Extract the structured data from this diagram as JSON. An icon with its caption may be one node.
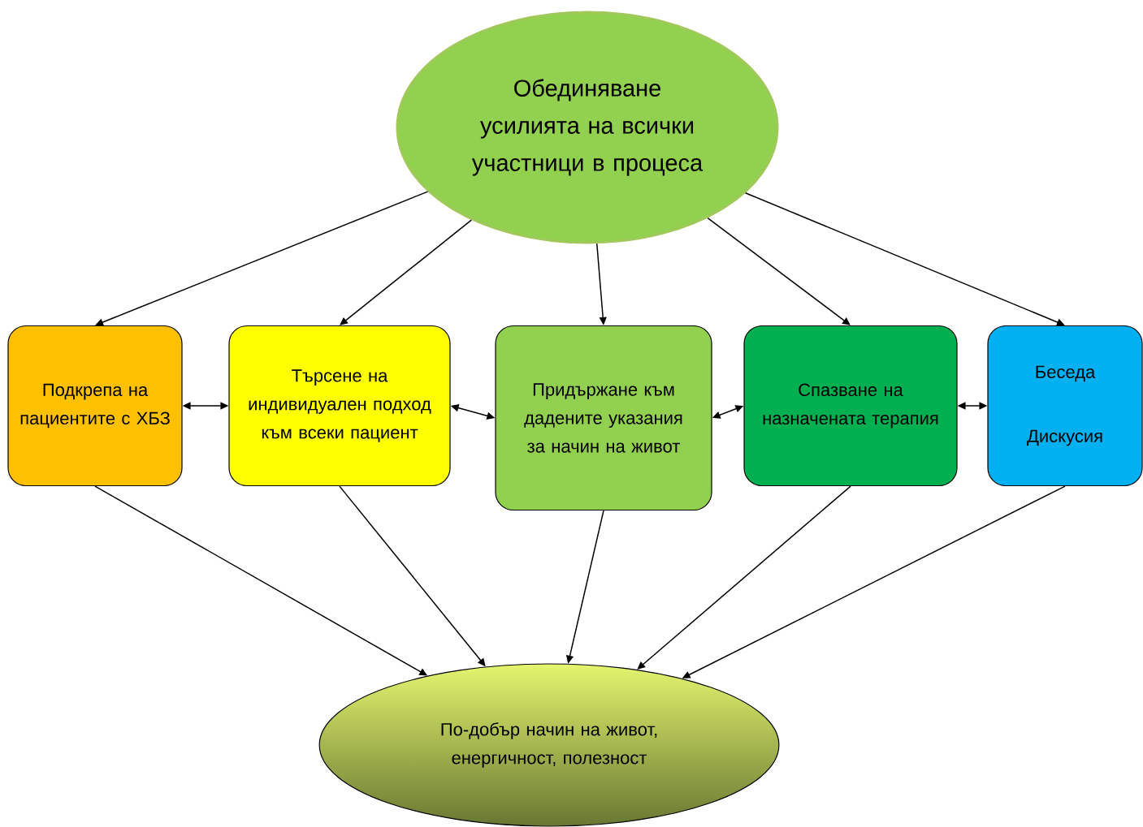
{
  "diagram": {
    "nodes": [
      {
        "text": [
          "Обединяване усилията на всички участници в процеса"
        ]
      },
      {
        "text": [
          "Подкрепа на пациентите с ХБЗ"
        ]
      },
      {
        "text": [
          "Търсене на индивидуален подход към всеки пациент"
        ]
      },
      {
        "text": [
          "Придържане към дадените указания за начин на живот"
        ]
      },
      {
        "text": [
          "Спазване на назначената терапия"
        ]
      },
      {
        "text": [
          "Беседа",
          "Дискусия"
        ]
      },
      {
        "text": [
          "По-добър начин на живот, енергичност, полезност"
        ]
      }
    ],
    "edges": [
      {
        "from": 0,
        "to": 1,
        "arrow": "to"
      },
      {
        "from": 0,
        "to": 2,
        "arrow": "to"
      },
      {
        "from": 0,
        "to": 3,
        "arrow": "to"
      },
      {
        "from": 0,
        "to": 4,
        "arrow": "to"
      },
      {
        "from": 0,
        "to": 5,
        "arrow": "to"
      },
      {
        "from": 1,
        "to": 2,
        "arrow": "both"
      },
      {
        "from": 2,
        "to": 3,
        "arrow": "both"
      },
      {
        "from": 3,
        "to": 4,
        "arrow": "both"
      },
      {
        "from": 4,
        "to": 5,
        "arrow": "both"
      },
      {
        "from": 1,
        "to": 6,
        "arrow": "to"
      },
      {
        "from": 2,
        "to": 6,
        "arrow": "to"
      },
      {
        "from": 3,
        "to": 6,
        "arrow": "to"
      },
      {
        "from": 4,
        "to": 6,
        "arrow": "to"
      },
      {
        "from": 5,
        "to": 6,
        "arrow": "to"
      }
    ]
  }
}
